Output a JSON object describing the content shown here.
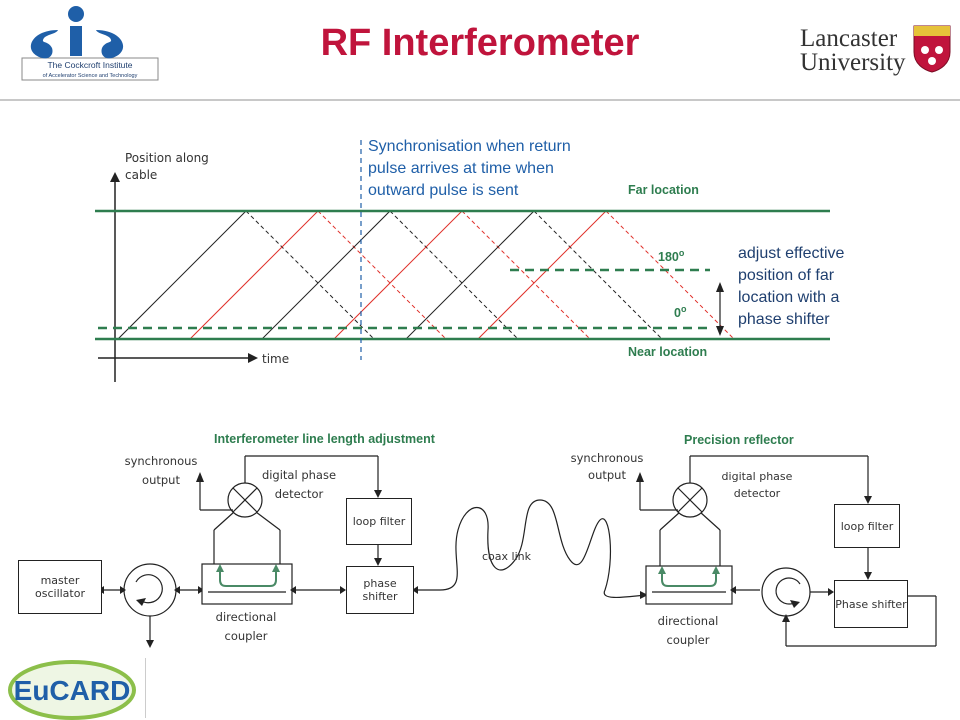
{
  "header": {
    "title": "RF Interferometer",
    "logo_left_text": "The Cockcroft Institute",
    "logo_left_subtext": "of Accelerator Science and Technology",
    "logo_right_line1": "Lancaster",
    "logo_right_line2": "University"
  },
  "timing": {
    "y_axis_label": "Position along cable",
    "x_axis_label": "time",
    "sync_note": "Synchronisation when return pulse arrives at time when outward pulse is sent",
    "far_label": "Far location",
    "near_label": "Near location",
    "deg180": "180",
    "deg0": "0",
    "deg_symbol": "o",
    "adjust_note": "adjust effective position of far location with a phase shifter"
  },
  "block": {
    "left_heading": "Interferometer line length adjustment",
    "right_heading": "Precision reflector",
    "sync_output_left": "synchronous output",
    "dpd_left": "digital phase detector",
    "loop_filter_left": "loop filter",
    "phase_shifter_left": "phase shifter",
    "master_osc": "master oscillator",
    "dir_coupler_left": "directional coupler",
    "coax_link": "coax link",
    "sync_output_right": "synchronous output",
    "dpd_right": "digital phase detector",
    "loop_filter_right": "loop filter",
    "phase_shifter_right": "Phase shifter",
    "dir_coupler_right": "directional coupler"
  },
  "footer": {
    "logo_text": "EuCARD"
  },
  "colors": {
    "title": "#c0143c",
    "green": "#2e7d4f",
    "red": "#e0302a",
    "blue": "#1f5fa8"
  }
}
